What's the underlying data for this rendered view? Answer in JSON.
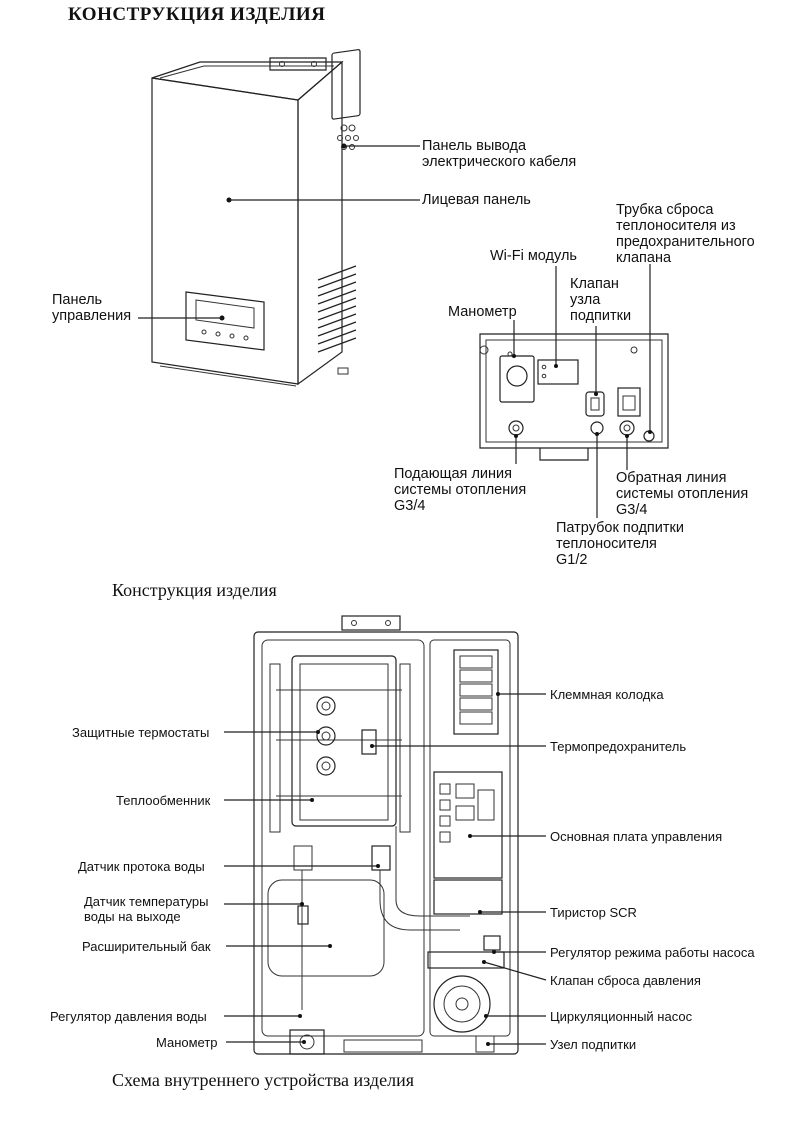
{
  "headings": {
    "construction_top": "КОНСТРУКЦИЯ ИЗДЕЛИЯ",
    "construction": "Конструкция изделия",
    "internal_scheme": "Схема внутреннего устройства изделия"
  },
  "exterior_labels": {
    "cable_panel": [
      "Панель вывода",
      "электрического кабеля"
    ],
    "front_panel": "Лицевая панель",
    "control_panel": [
      "Панель",
      "управления"
    ],
    "relief_tube": [
      "Трубка сброса",
      "теплоносителя из",
      "предохранительного",
      "клапана"
    ],
    "wifi": "Wi-Fi модуль",
    "makeup_valve": [
      "Клапан",
      "узла",
      "подпитки"
    ],
    "manometer": "Манометр",
    "supply_line": [
      "Подающая линия",
      "системы отопления",
      "G3/4"
    ],
    "return_line": [
      "Обратная линия",
      "системы отопления",
      "G3/4"
    ],
    "makeup_pipe": [
      "Патрубок подпитки",
      "теплоносителя",
      "G1/2"
    ]
  },
  "internal_labels_left": {
    "thermostats": "Защитные термостаты",
    "heat_exchanger": "Теплообменник",
    "flow_sensor": "Датчик протока воды",
    "temp_sensor": [
      "Датчик температуры",
      "воды на выходе"
    ],
    "expansion_tank": "Расширительный бак",
    "pressure_regulator": "Регулятор давления воды",
    "manometer": "Манометр"
  },
  "internal_labels_right": {
    "terminal_block": "Клеммная колодка",
    "thermal_fuse": "Термопредохранитель",
    "main_board": "Основная плата управления",
    "scr": "Тиристор SCR",
    "pump_mode": "Регулятор режима работы насоса",
    "relief_valve": "Клапан сброса давления",
    "circ_pump": "Циркуляционный насос",
    "makeup_unit": "Узел подпитки"
  }
}
